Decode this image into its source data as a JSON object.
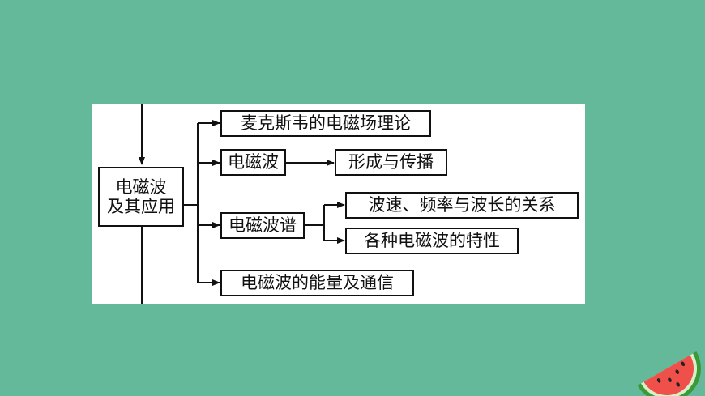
{
  "diagram": {
    "root": {
      "line1": "电磁波",
      "line2": "及其应用"
    },
    "nodes": {
      "maxwell": "麦克斯韦的电磁场理论",
      "em_wave": "电磁波",
      "formation": "形成与传播",
      "spectrum": "电磁波谱",
      "relation": "波速、频率与波长的关系",
      "types": "各种电磁波的特性",
      "energy": "电磁波的能量及通信"
    }
  },
  "colors": {
    "background": "#63b99a",
    "panel": "#ffffff",
    "line": "#111111",
    "watermelon_rind": "#3a9a3a",
    "watermelon_flesh": "#f0504a"
  },
  "icons": {
    "corner": "watermelon-slice-icon"
  }
}
